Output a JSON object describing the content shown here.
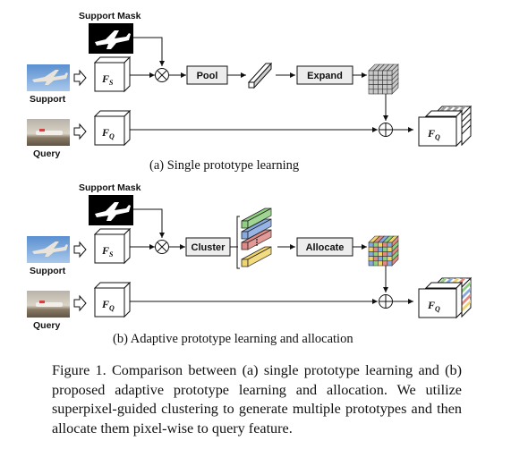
{
  "panel_a": {
    "support_mask_label": "Support Mask",
    "support_label": "Support",
    "query_label": "Query",
    "fs_main": "F",
    "fs_sub": "S",
    "fq_main": "F",
    "fq_sub": "Q",
    "pool_label": "Pool",
    "expand_label": "Expand",
    "caption": "(a) Single prototype learning"
  },
  "panel_b": {
    "support_mask_label": "Support Mask",
    "support_label": "Support",
    "query_label": "Query",
    "fs_main": "F",
    "fs_sub": "S",
    "fq_main": "F",
    "fq_sub": "Q",
    "cluster_label": "Cluster",
    "allocate_label": "Allocate",
    "caption": "(b) Adaptive prototype learning and allocation"
  },
  "figure_caption": "Figure 1. Comparison between (a) single prototype learning and (b) proposed adaptive prototype learning and allocation. We utilize superpixel-guided clustering to generate multiple prototypes and then allocate them pixel-wise to query feature.",
  "colors": {
    "proto_green": "#8fd080",
    "proto_blue": "#86a9e0",
    "proto_red": "#e08a86",
    "proto_yellow": "#f2d56a",
    "box_fill": "#ededed",
    "grid_fill": "#c9c9c9"
  }
}
